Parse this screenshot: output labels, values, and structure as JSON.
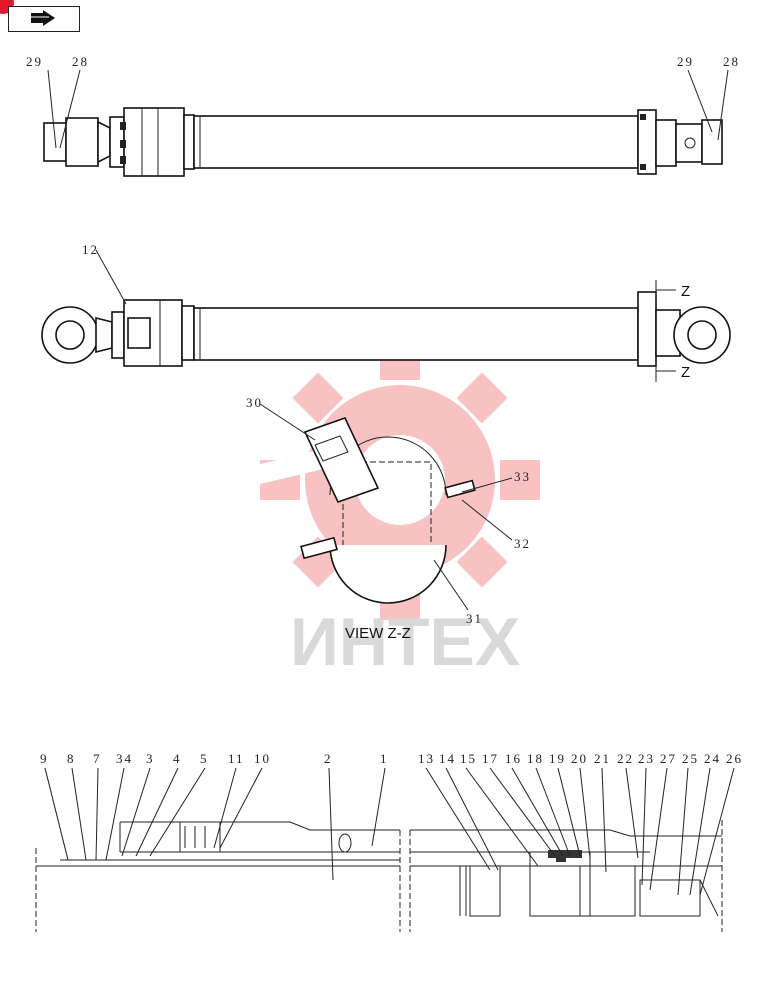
{
  "nav": {
    "icon": "forward-arrow-icon"
  },
  "top_view": {
    "labels": [
      "29",
      "28",
      "29",
      "28"
    ]
  },
  "mid_view": {
    "label_12": "12",
    "section_marker": "Z"
  },
  "view_zz": {
    "title": "VIEW  Z-Z",
    "labels": [
      "30",
      "33",
      "32",
      "31"
    ]
  },
  "section_view": {
    "left_labels": [
      "9",
      "8",
      "7",
      "34",
      "3",
      "4",
      "5",
      "11",
      "10",
      "2",
      "1"
    ],
    "right_labels": [
      "13",
      "14",
      "15",
      "17",
      "16",
      "18",
      "19",
      "20",
      "21",
      "22",
      "23",
      "27",
      "25",
      "24",
      "26"
    ]
  },
  "watermark": {
    "text": "ИНТЕХ"
  },
  "colors": {
    "watermark_gear": "#f07a7a",
    "badge": "#e0192b"
  }
}
